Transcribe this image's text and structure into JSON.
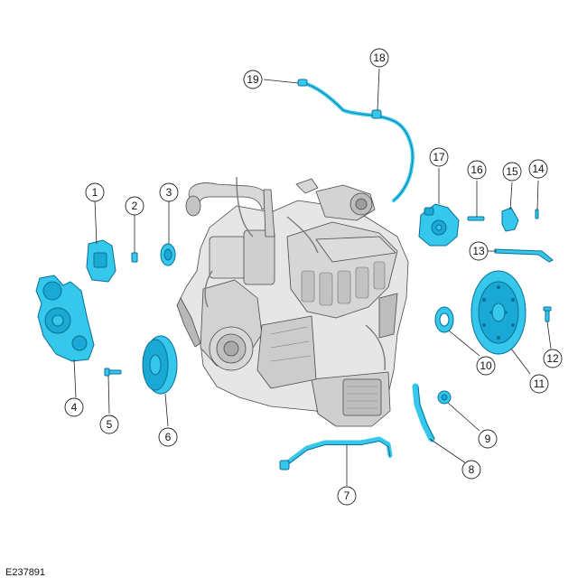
{
  "figure_id": "E237891",
  "colors": {
    "part_fill": "#35c8ec",
    "part_stroke": "#0a6f97",
    "engine_light": "#e9e9e9",
    "engine_mid": "#c9c9c9",
    "engine_dark": "#8a8a8a",
    "engine_outline": "#4a4a4a",
    "leader": "#222222"
  },
  "callouts": [
    {
      "id": "callout-1",
      "label": "1"
    },
    {
      "id": "callout-2",
      "label": "2"
    },
    {
      "id": "callout-3",
      "label": "3"
    },
    {
      "id": "callout-4",
      "label": "4"
    },
    {
      "id": "callout-5",
      "label": "5"
    },
    {
      "id": "callout-6",
      "label": "6"
    },
    {
      "id": "callout-7",
      "label": "7"
    },
    {
      "id": "callout-8",
      "label": "8"
    },
    {
      "id": "callout-9",
      "label": "9"
    },
    {
      "id": "callout-10",
      "label": "10"
    },
    {
      "id": "callout-11",
      "label": "11"
    },
    {
      "id": "callout-12",
      "label": "12"
    },
    {
      "id": "callout-13",
      "label": "13"
    },
    {
      "id": "callout-14",
      "label": "14"
    },
    {
      "id": "callout-15",
      "label": "15"
    },
    {
      "id": "callout-16",
      "label": "16"
    },
    {
      "id": "callout-17",
      "label": "17"
    },
    {
      "id": "callout-18",
      "label": "18"
    },
    {
      "id": "callout-19",
      "label": "19"
    }
  ]
}
